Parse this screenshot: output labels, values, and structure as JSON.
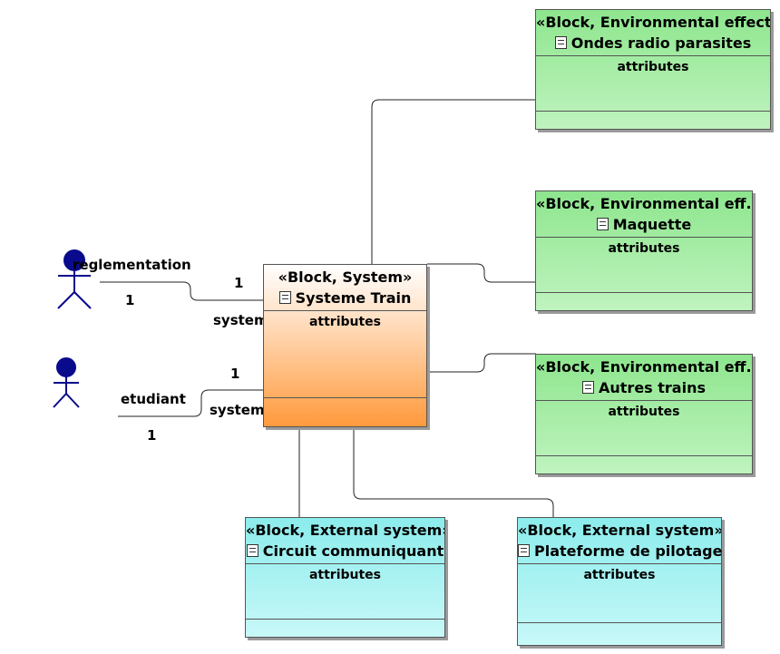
{
  "blocks": {
    "train": {
      "stereotype": "«Block, System»",
      "name": "Systeme Train",
      "section": "attributes"
    },
    "ondes": {
      "stereotype": "«Block, Environmental effect»",
      "name": "Ondes radio parasites",
      "section": "attributes"
    },
    "maquette": {
      "stereotype": "«Block, Environmental eff...",
      "name": "Maquette",
      "section": "attributes"
    },
    "autres": {
      "stereotype": "«Block, Environmental eff...",
      "name": "Autres trains",
      "section": "attributes"
    },
    "circuit": {
      "stereotype": "«Block, External system»",
      "name": "Circuit communiquant",
      "section": "attributes"
    },
    "plateforme": {
      "stereotype": "«Block, External system»",
      "name": "Plateforme de pilotage",
      "section": "attributes"
    }
  },
  "associations": {
    "reglementation": {
      "role": "reglementation",
      "mult_actor": "1",
      "mult_system": "1",
      "system_role": "system"
    },
    "etudiant": {
      "role": "etudiant",
      "mult_actor": "1",
      "mult_system": "1",
      "system_role": "system"
    }
  },
  "colors": {
    "actor": "#0a0a8c",
    "environmental": "#8ee68e",
    "external": "#8cecec",
    "system": "#ff9a3c"
  },
  "icons": [
    "actor-icon",
    "block-icon"
  ]
}
